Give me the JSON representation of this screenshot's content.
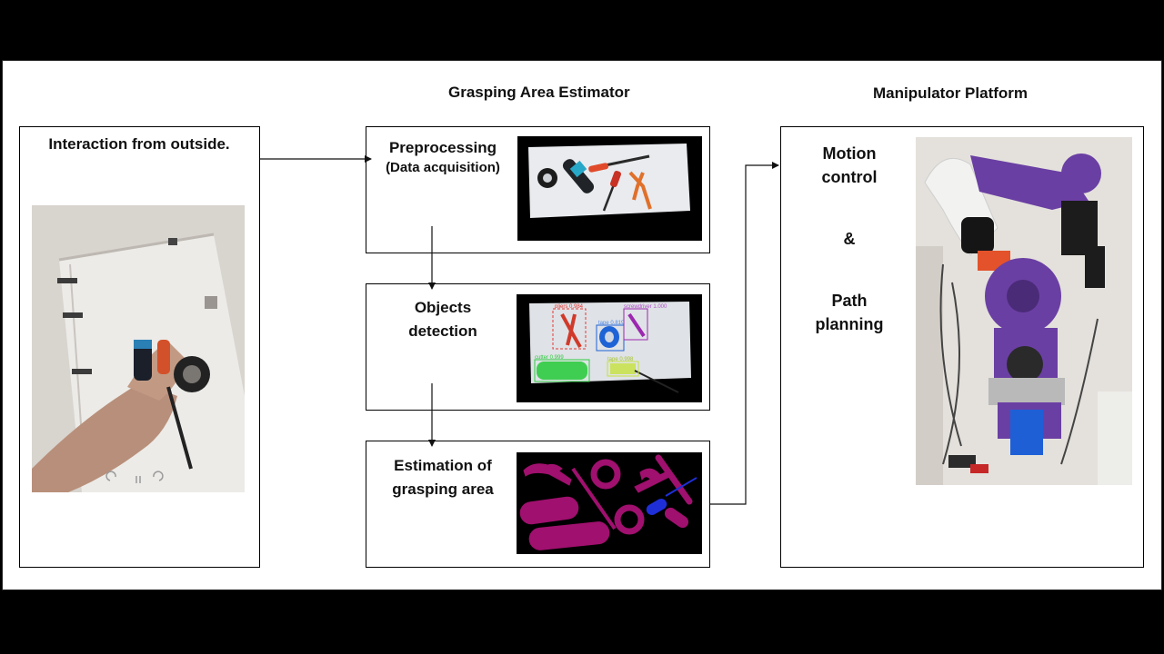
{
  "sections": {
    "estimator_title": "Grasping Area Estimator",
    "platform_title": "Manipulator Platform"
  },
  "left_panel": {
    "label": "Interaction from outside."
  },
  "steps": [
    {
      "line1": "Preprocessing",
      "line2": "(Data acquisition)"
    },
    {
      "line1": "Objects",
      "line2": "detection"
    },
    {
      "line1": "Estimation of",
      "line2": "grasping area"
    }
  ],
  "detections": [
    {
      "label": "pliers 0.984",
      "color": "#e53935"
    },
    {
      "label": "screwdriver 1.000",
      "color": "#9c27b0"
    },
    {
      "label": "tape 0.819",
      "color": "#1e63d6"
    },
    {
      "label": "cutter 0.999",
      "color": "#2ecc40"
    },
    {
      "label": "tape 0.998",
      "color": "#c6e23c"
    }
  ],
  "right_panel": {
    "line1": "Motion",
    "line2": "control",
    "amp": "&",
    "line3": "Path",
    "line4": "planning"
  },
  "colors": {
    "mask": "#a0106e",
    "mask_highlight": "#1f2fd8",
    "robot_purple": "#6a3fa3"
  }
}
